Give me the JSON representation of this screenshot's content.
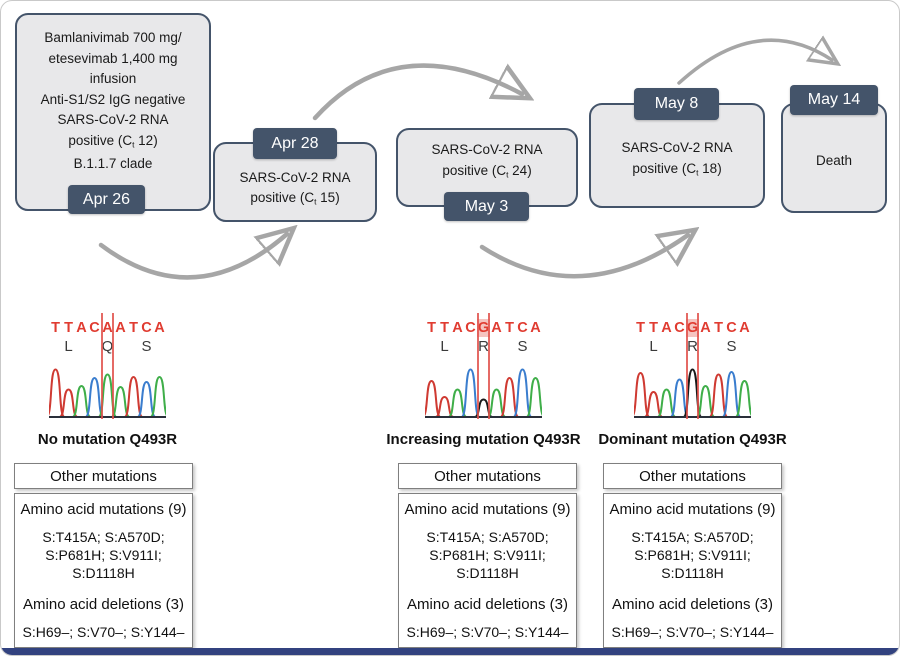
{
  "palette": {
    "box_fill": "#e8e8ea",
    "box_border": "#44546a",
    "badge_bg": "#44546a",
    "badge_text": "#ffffff",
    "arrow_gray": "#a6a6a6",
    "sequence_red": "#e03c31",
    "highlight_red": "#e0504a",
    "bottom_bar_navy": "#32427f"
  },
  "timeline": {
    "events": [
      {
        "date": "Apr 26",
        "lines": [
          "Bamlanivimab 700 mg/",
          "etesevimab 1,400 mg",
          "infusion",
          "Anti-S1/S2 IgG negative",
          "SARS-CoV-2 RNA"
        ],
        "ct": {
          "pre": "positive (C",
          "sub": "t",
          "post": " 12)"
        },
        "extra": "B.1.1.7 clade"
      },
      {
        "date": "Apr 28",
        "lines": [
          "SARS-CoV-2 RNA"
        ],
        "ct": {
          "pre": "positive (C",
          "sub": "t",
          "post": " 15)"
        }
      },
      {
        "date": "May 3",
        "lines": [
          "SARS-CoV-2 RNA"
        ],
        "ct": {
          "pre": "positive (C",
          "sub": "t",
          "post": " 24)"
        }
      },
      {
        "date": "May 8",
        "lines": [
          "SARS-CoV-2 RNA"
        ],
        "ct": {
          "pre": "positive (C",
          "sub": "t",
          "post": " 18)"
        }
      },
      {
        "date": "May 14",
        "lines": [
          "Death"
        ]
      }
    ]
  },
  "chromatograms": {
    "base_colors": {
      "A": "#3fae49",
      "C": "#3a7dce",
      "G": "#1a1a1a",
      "T": "#cf3a32"
    },
    "groups": [
      {
        "sequence": "TTACAATCA",
        "amino_acids": [
          "L",
          "Q",
          "S"
        ],
        "highlight_base_index": 4,
        "highlight_fill": false,
        "label": "No mutation Q493R",
        "peaks": [
          0.95,
          0.55,
          0.62,
          0.78,
          0.85,
          0.6,
          0.8,
          0.7,
          0.8
        ]
      },
      {
        "sequence": "TTACGATCA",
        "amino_acids": [
          "L",
          "R",
          "S"
        ],
        "highlight_base_index": 4,
        "highlight_fill": true,
        "label": "Increasing mutation Q493R",
        "peaks": [
          0.72,
          0.4,
          0.55,
          0.95,
          0.35,
          0.55,
          0.78,
          0.95,
          0.78
        ]
      },
      {
        "sequence": "TTACGATCA",
        "amino_acids": [
          "L",
          "R",
          "S"
        ],
        "highlight_base_index": 4,
        "highlight_fill": true,
        "label": "Dominant mutation Q493R",
        "peaks": [
          0.88,
          0.5,
          0.55,
          0.75,
          0.95,
          0.62,
          0.85,
          0.9,
          0.72
        ]
      }
    ]
  },
  "mutation_boxes": [
    {
      "header": "Other mutations",
      "sections": [
        {
          "title": "Amino acid mutations (9)",
          "lines": [
            "S:T415A; S:A570D;",
            "S:P681H; S:V911I;",
            "S:D1118H"
          ]
        },
        {
          "title": "Amino acid deletions (3)",
          "lines": [
            "S:H69–; S:V70–; S:Y144–"
          ]
        }
      ]
    },
    {
      "header": "Other mutations",
      "sections": [
        {
          "title": "Amino acid mutations (9)",
          "lines": [
            "S:T415A; S:A570D;",
            "S:P681H; S:V911I;",
            "S:D1118H"
          ]
        },
        {
          "title": "Amino acid deletions (3)",
          "lines": [
            "S:H69–; S:V70–; S:Y144–"
          ]
        }
      ]
    },
    {
      "header": "Other mutations",
      "sections": [
        {
          "title": "Amino acid mutations (9)",
          "lines": [
            "S:T415A; S:A570D;",
            "S:P681H; S:V911I;",
            "S:D1118H"
          ]
        },
        {
          "title": "Amino acid deletions (3)",
          "lines": [
            "S:H69–; S:V70–; S:Y144–"
          ]
        }
      ]
    }
  ]
}
